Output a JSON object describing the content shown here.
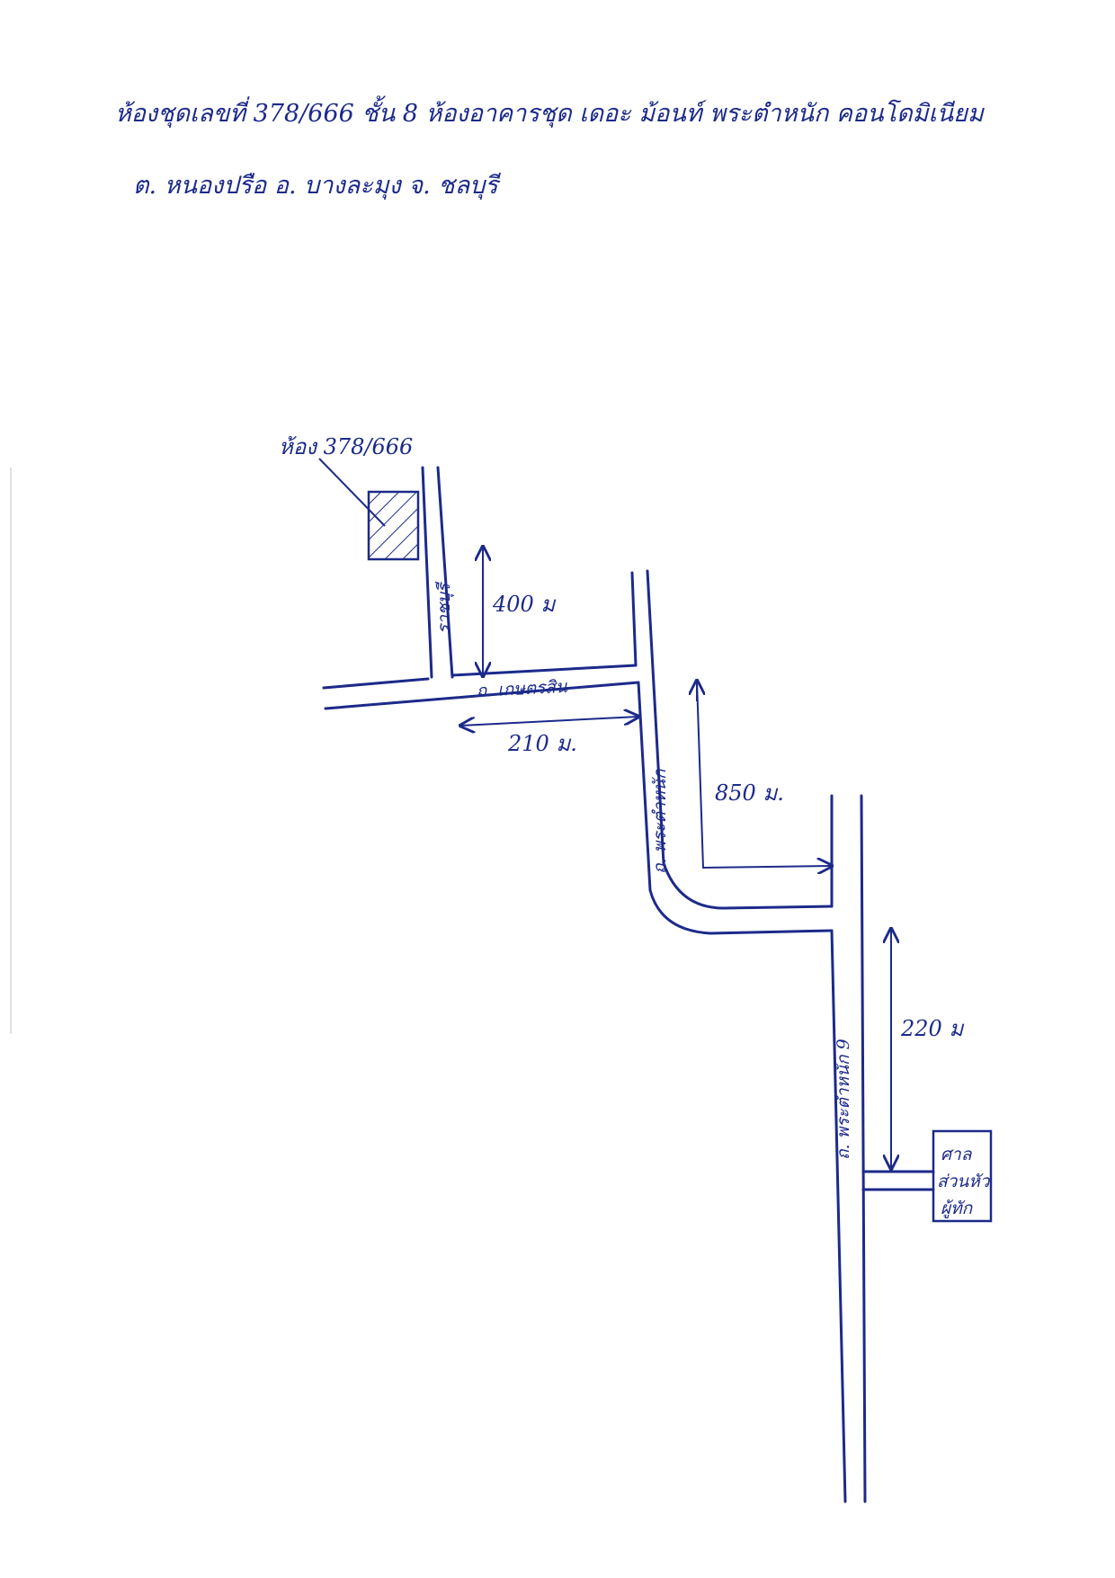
{
  "header": {
    "line1": "ห้องชุดเลขที่ 378/666 ชั้น 8 ห้องอาคารชุด เดอะ ม้อนท์ พระตำหนัก คอนโดมิเนียม",
    "line2": "ต. หนองปรือ อ. บางละมุง จ. ชลบุรี"
  },
  "map": {
    "unit_label": "ห้อง 378/666",
    "roads": {
      "rachaburi": "ราชบุรี",
      "kasetsin": "ถ. เกษตรสิน",
      "phra_tamnak": "ถ. พระตำหนัก",
      "phra_tamnak_9": "ถ. พระตำหนัก 9"
    },
    "distances": {
      "d400": "400 ม",
      "d210": "210 ม.",
      "d850": "850 ม.",
      "d220": "220 ม"
    },
    "landmark": {
      "line1": "ศาล",
      "line2": "ส่วนหัว",
      "line3": "ผู้ทัก"
    }
  },
  "colors": {
    "ink": "#1c2a8a",
    "paper": "#ffffff"
  }
}
